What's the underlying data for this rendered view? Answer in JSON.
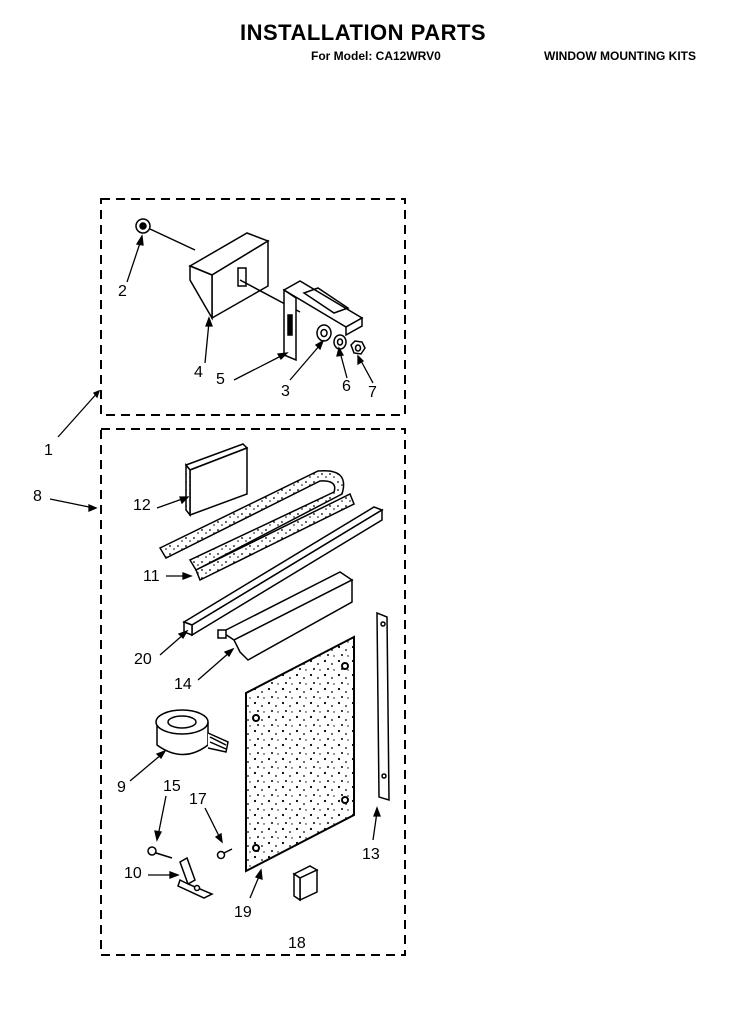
{
  "header": {
    "title": "INSTALLATION PARTS",
    "model_line": "For Model: CA12WRV0",
    "section": "WINDOW MOUNTING KITS"
  },
  "callouts": {
    "c1": "1",
    "c2": "2",
    "c3": "3",
    "c4": "4",
    "c5": "5",
    "c6": "6",
    "c7": "7",
    "c8": "8",
    "c9": "9",
    "c10": "10",
    "c11": "11",
    "c12": "12",
    "c13": "13",
    "c14": "14",
    "c15": "15",
    "c17": "17",
    "c18": "18",
    "c19": "19",
    "c20": "20"
  }
}
